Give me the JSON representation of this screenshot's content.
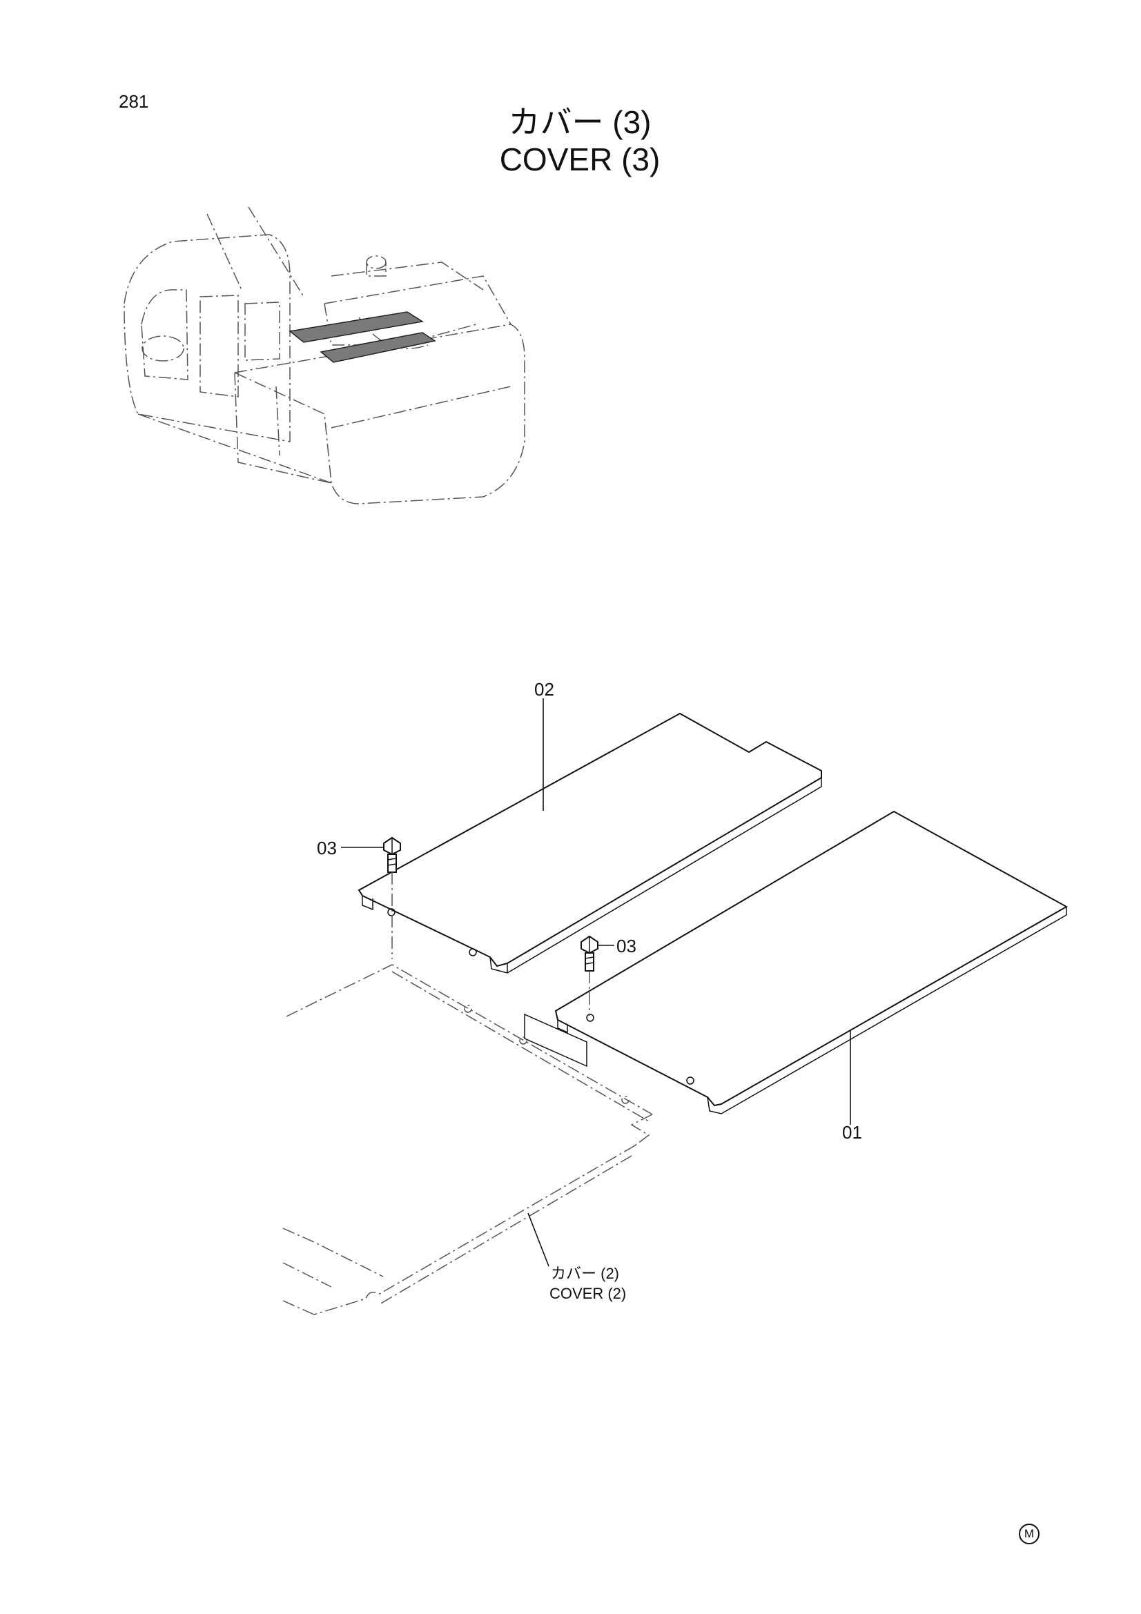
{
  "page_number": "281",
  "title": {
    "ja": "カバー (3)",
    "en": "COVER (3)"
  },
  "callouts": {
    "part_01": "01",
    "part_02": "02",
    "part_03_left": "03",
    "part_03_right": "03"
  },
  "reference": {
    "ja": "カバー (2)",
    "en": "COVER (2)"
  },
  "footer_mark": "M"
}
